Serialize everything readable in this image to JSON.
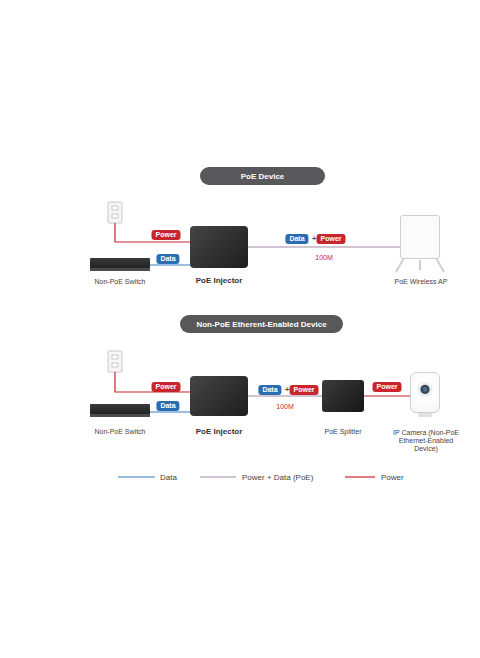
{
  "diagram": {
    "nodes": [
      {
        "text": [
          "PoE Device"
        ]
      },
      {
        "text": [
          "Non-PoE Switch"
        ]
      },
      {
        "text": [
          "PoE Injector"
        ]
      },
      {
        "text": [
          "PoE Wireless AP"
        ]
      },
      {
        "text": [
          "Non-PoE Etherent-Enabled Device"
        ]
      },
      {
        "text": [
          "Non-PoE Switch"
        ]
      },
      {
        "text": [
          "PoE Injector"
        ]
      },
      {
        "text": [
          "PoE Splitter"
        ]
      },
      {
        "text": [
          "IP Camera (Non-PoE Ethernet-Enabled Device)"
        ]
      }
    ],
    "edges": [
      {
        "from": 1,
        "to": 2,
        "arrow": "none"
      },
      {
        "from": 2,
        "to": 3,
        "label": "100M",
        "arrow": "none"
      },
      {
        "from": 5,
        "to": 6,
        "arrow": "none"
      },
      {
        "from": 6,
        "to": 7,
        "label": "100M",
        "arrow": "none"
      },
      {
        "from": 7,
        "to": 8,
        "arrow": "none"
      }
    ],
    "labels": [
      "Power",
      "Data",
      "Data",
      "+",
      "Power",
      "Power",
      "Data",
      "Data",
      "+",
      "Power",
      "Power"
    ],
    "legend": [
      {
        "text": "Data"
      },
      {
        "text": "Power + Data (PoE)"
      },
      {
        "text": "Power"
      }
    ]
  }
}
